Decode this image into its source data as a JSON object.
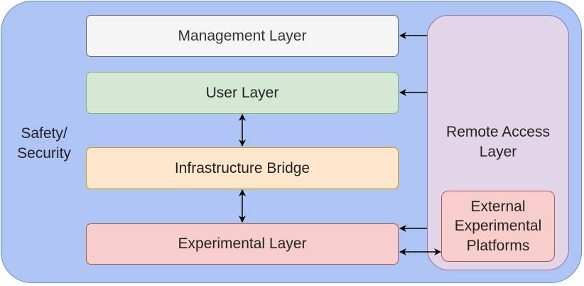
{
  "safety_label": [
    "Safety/",
    "Security"
  ],
  "layers": {
    "management": "Management Layer",
    "user": "User Layer",
    "infrastructure": "Infrastructure Bridge",
    "experimental": "Experimental Layer"
  },
  "remote_access": [
    "Remote Access",
    "Layer"
  ],
  "external_platforms": [
    "External",
    "Experimental",
    "Platforms"
  ],
  "colors": {
    "background": "#adc4f5",
    "management": "#f5f5f5",
    "user": "#d5e8d4",
    "infrastructure": "#ffe6cc",
    "experimental": "#f8cecc",
    "remote_access": "#e1d5e7"
  }
}
